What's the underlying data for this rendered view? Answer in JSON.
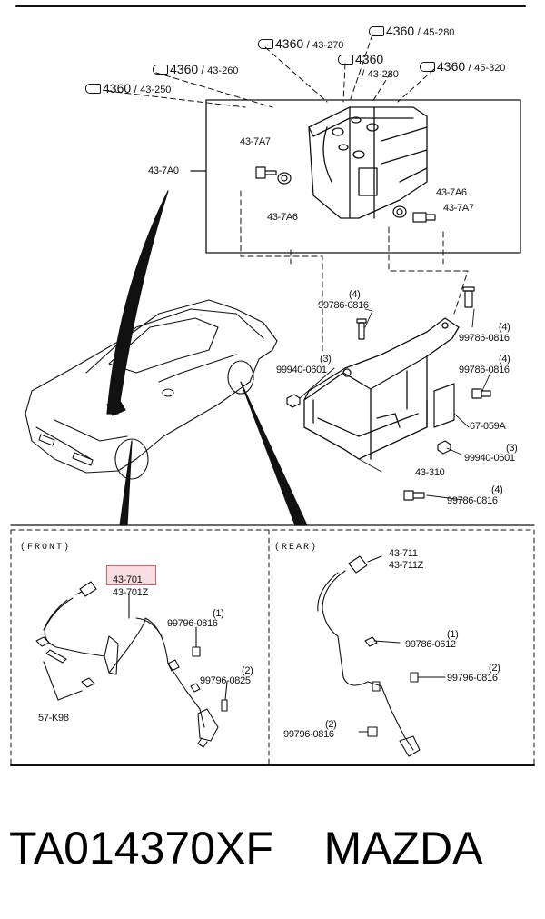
{
  "refs_top": [
    {
      "id": "r1",
      "num": "4360",
      "sub": "43-270"
    },
    {
      "id": "r2",
      "num": "4360",
      "sub": "45-280"
    },
    {
      "id": "r3",
      "num": "4360",
      "sub": "43-280"
    },
    {
      "id": "r4",
      "num": "4360",
      "sub": "43-260"
    },
    {
      "id": "r5",
      "num": "4360",
      "sub": "45-320"
    },
    {
      "id": "r6",
      "num": "4360",
      "sub": "43-250"
    }
  ],
  "upper_labels": {
    "l_43_7a7_top": "43-7A7",
    "l_43_7a0": "43-7A0",
    "l_43_7a6_left": "43-7A6",
    "l_43_7a6_right": "43-7A6",
    "l_43_7a7_right": "43-7A7",
    "l_99786_0816_a": "99786-0816",
    "l_4_a": "(4)",
    "l_4_b": "(4)",
    "l_99786_0816_b": "99786-0816",
    "l_3_a": "(3)",
    "l_99940_0601_a": "99940-0601",
    "l_4_c": "(4)",
    "l_99786_0816_c": "99786-0816",
    "l_67_059a": "67-059A",
    "l_3_b": "(3)",
    "l_99940_0601_b": "99940-0601",
    "l_43_310": "43-310",
    "l_4_d": "(4)",
    "l_99786_0816_d": "99786-0816"
  },
  "front": {
    "title": "(FRONT)",
    "l_43_701": "43-701",
    "l_43_701z": "43-701Z",
    "l_1": "(1)",
    "l_99796_0816": "99796-0816",
    "l_2": "(2)",
    "l_99796_0825": "99796-0825",
    "l_57_k98": "57-K98"
  },
  "rear": {
    "title": "(REAR)",
    "l_43_711": "43-711",
    "l_43_711z": "43-711Z",
    "l_1": "(1)",
    "l_99786_0612": "99786-0612",
    "l_2a": "(2)",
    "l_99796_0816_a": "99796-0816",
    "l_2b": "(2)",
    "l_99796_0816_b": "99796-0816"
  },
  "bottom": {
    "part_number": "TA014370XF",
    "brand": "MAZDA"
  },
  "colors": {
    "highlight": "#e45b66",
    "line": "#111111"
  }
}
